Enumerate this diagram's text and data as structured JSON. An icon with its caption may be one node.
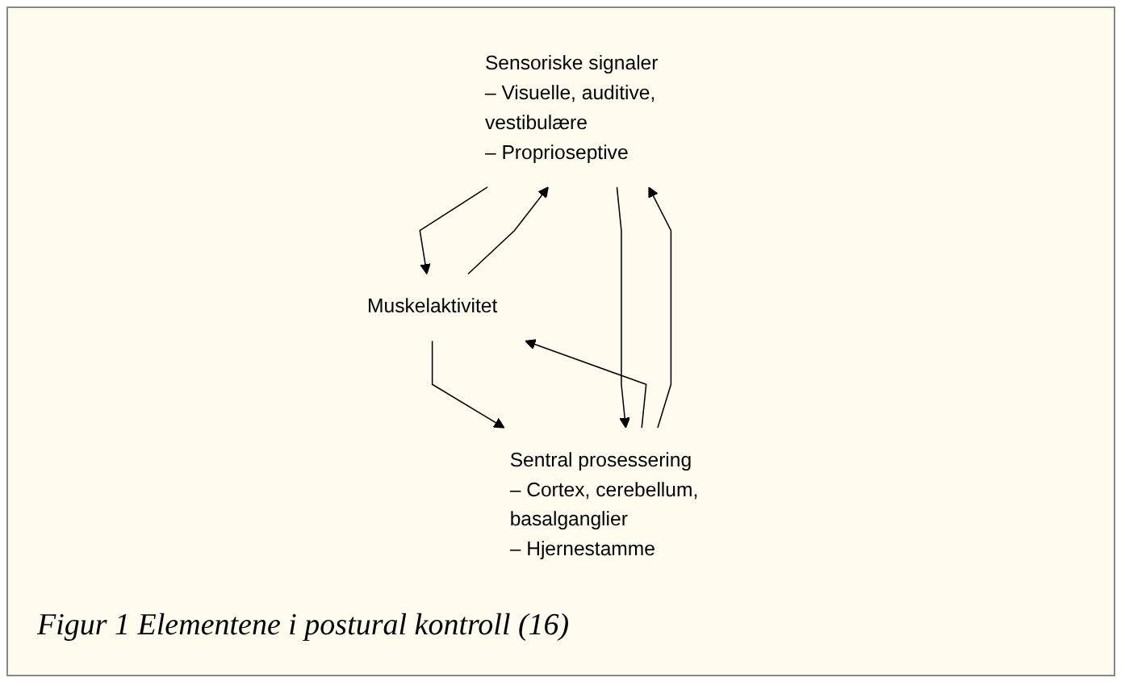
{
  "diagram": {
    "caption": "Figur 1 Elementene i postural kontroll (16)",
    "nodes": [
      {
        "text": [
          "Sensoriske signaler",
          "– Visuelle, auditive, vestibulære",
          "– Proprioseptive"
        ]
      },
      {
        "text": [
          "Muskelaktivitet"
        ]
      },
      {
        "text": [
          "Sentral prosessering",
          "– Cortex, cerebellum, basalganglier",
          "– Hjernestamme"
        ]
      }
    ],
    "edges": [
      {
        "from": 0,
        "to": 1,
        "arrow": "to"
      },
      {
        "from": 1,
        "to": 0,
        "arrow": "to"
      },
      {
        "from": 2,
        "to": 1,
        "arrow": "to"
      },
      {
        "from": 1,
        "to": 2,
        "arrow": "to"
      },
      {
        "from": 2,
        "to": 0,
        "arrow": "to"
      },
      {
        "from": 0,
        "to": 2,
        "arrow": "to"
      }
    ]
  }
}
